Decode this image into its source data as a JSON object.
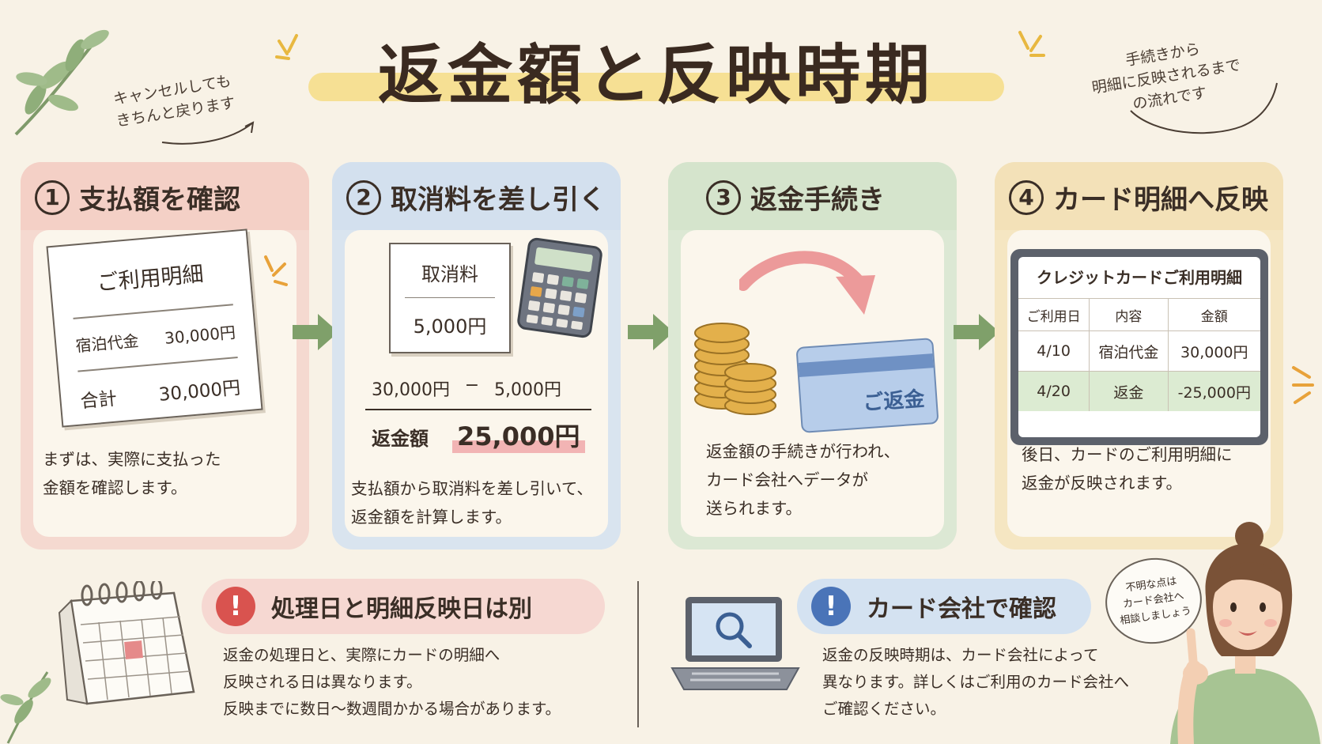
{
  "header": {
    "title": "返金額と反映時期",
    "note_left": [
      "キャンセルしても",
      "きちんと戻ります"
    ],
    "note_right": [
      "手続きから",
      "明細に反映されるまで",
      "の流れです"
    ]
  },
  "steps": [
    {
      "number": "1",
      "title": "支払額を確認",
      "statement_title": "ご利用明細",
      "rows": [
        {
          "label": "宿泊代金",
          "value": "30,000円"
        },
        {
          "label": "合計",
          "value": "30,000円"
        }
      ],
      "desc": [
        "まずは、実際に支払った",
        "金額を確認します。"
      ]
    },
    {
      "number": "2",
      "title": "取消料を差し引く",
      "fee_label": "取消料",
      "fee_value": "5,000円",
      "formula_a": "30,000円",
      "formula_op": "−",
      "formula_b": "5,000円",
      "result_label": "返金額",
      "result_value": "25,000円",
      "desc": [
        "支払額から取消料を差し引いて、",
        "返金額を計算します。"
      ]
    },
    {
      "number": "3",
      "title": "返金手続き",
      "card_label": "ご返金",
      "desc": [
        "返金額の手続きが行われ、",
        "カード会社へデータが",
        "送られます。"
      ]
    },
    {
      "number": "4",
      "title": "カード明細へ反映",
      "statement_title": "クレジットカードご利用明細",
      "columns": [
        "ご利用日",
        "内容",
        "金額"
      ],
      "rows": [
        [
          "4/10",
          "宿泊代金",
          "30,000円"
        ],
        [
          "4/20",
          "返金",
          "-25,000円"
        ]
      ],
      "desc": [
        "後日、カードのご利用明細に",
        "返金が反映されます。"
      ]
    }
  ],
  "bottom": {
    "left": {
      "icon": "!",
      "title": "処理日と明細反映日は別",
      "desc": [
        "返金の処理日と、実際にカードの明細へ",
        "反映される日は異なります。",
        "反映までに数日〜数週間かかる場合があります。"
      ]
    },
    "right": {
      "icon": "!",
      "title": "カード会社で確認",
      "desc": [
        "返金の反映時期は、カード会社によって",
        "異なります。詳しくはご利用のカード会社へ",
        "ご確認ください。"
      ]
    },
    "bubble": [
      "不明な点は",
      "カード会社へ",
      "相談しましょう"
    ]
  },
  "colors": {
    "background": "#f8f2e6",
    "step1": "#f4d0c6",
    "step2": "#d3e0ee",
    "step3": "#d5e4cc",
    "step4": "#f3e1b8",
    "arrow": "#7fa06a",
    "alert_red": "#d9534f",
    "alert_blue": "#4a74b8",
    "highlight_green": "#dcebd2"
  }
}
